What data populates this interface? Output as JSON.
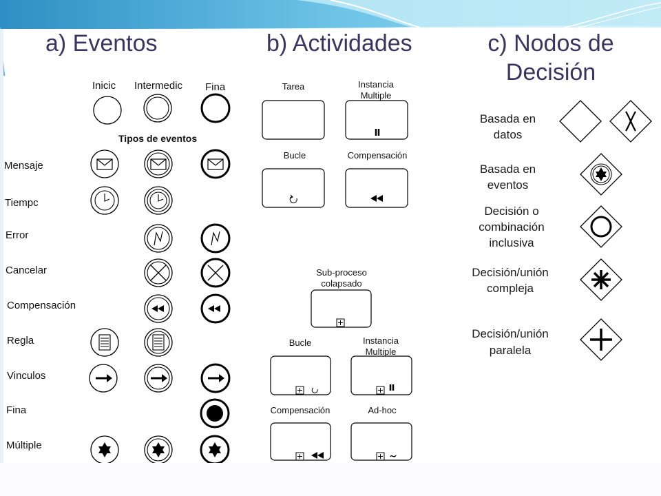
{
  "headings": {
    "eventos": "a) Eventos",
    "actividades": "b) Actividades",
    "nodos_line1": "c) Nodos de",
    "nodos_line2": "Decisión"
  },
  "eventos": {
    "col_inicio": "Inicic",
    "col_intermedio": "Intermedic",
    "col_final": "Fina",
    "tipos": "Tipos de eventos",
    "rows": [
      "Mensaje",
      "Tiempc",
      "Error",
      "Cancelar",
      "Compensación",
      "Regla",
      "Vinculos",
      "Fina",
      "Múltiple"
    ]
  },
  "actividades": {
    "tarea": "Tarea",
    "instancia_multiple_1": "Instancia",
    "instancia_multiple_2": "Multiple",
    "bucle": "Bucle",
    "compensacion": "Compensación",
    "subproceso_1": "Sub-proceso",
    "subproceso_2": "colapsado",
    "sub_bucle": "Bucle",
    "sub_instancia_1": "Instancia",
    "sub_instancia_2": "Multiple",
    "sub_compensacion": "Compensación",
    "adhoc": "Ad-hoc"
  },
  "nodos": {
    "datos_1": "Basada en",
    "datos_2": "datos",
    "eventos_1": "Basada en",
    "eventos_2": "eventos",
    "inclusiva_1": "Decisión o",
    "inclusiva_2": "combinación",
    "inclusiva_3": "inclusiva",
    "compleja_1": "Decisión/unión",
    "compleja_2": "compleja",
    "paralela_1": "Decisión/unión",
    "paralela_2": "paralela"
  },
  "colors": {
    "heading": "#3b3461",
    "banner": "#5fb7dd",
    "stroke": "#000000"
  }
}
